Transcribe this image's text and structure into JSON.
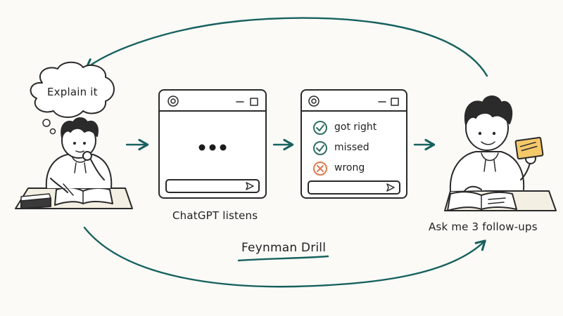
{
  "bubble": {
    "text": "Explain it"
  },
  "listen_window": {
    "caption": "ChatGPT listens"
  },
  "feedback_window": {
    "items": [
      {
        "label": "got right",
        "status": "check"
      },
      {
        "label": "missed",
        "status": "check"
      },
      {
        "label": "wrong",
        "status": "cross"
      }
    ]
  },
  "student_right": {
    "caption": "Ask me 3 follow-ups"
  },
  "title": "Feynman Drill",
  "colors": {
    "accent": "#17615f",
    "check": "#2f6e64",
    "cross": "#e07a4f",
    "card": "#f5c86a",
    "ink": "#2a2a2a",
    "paper": "#fbfaf6"
  }
}
